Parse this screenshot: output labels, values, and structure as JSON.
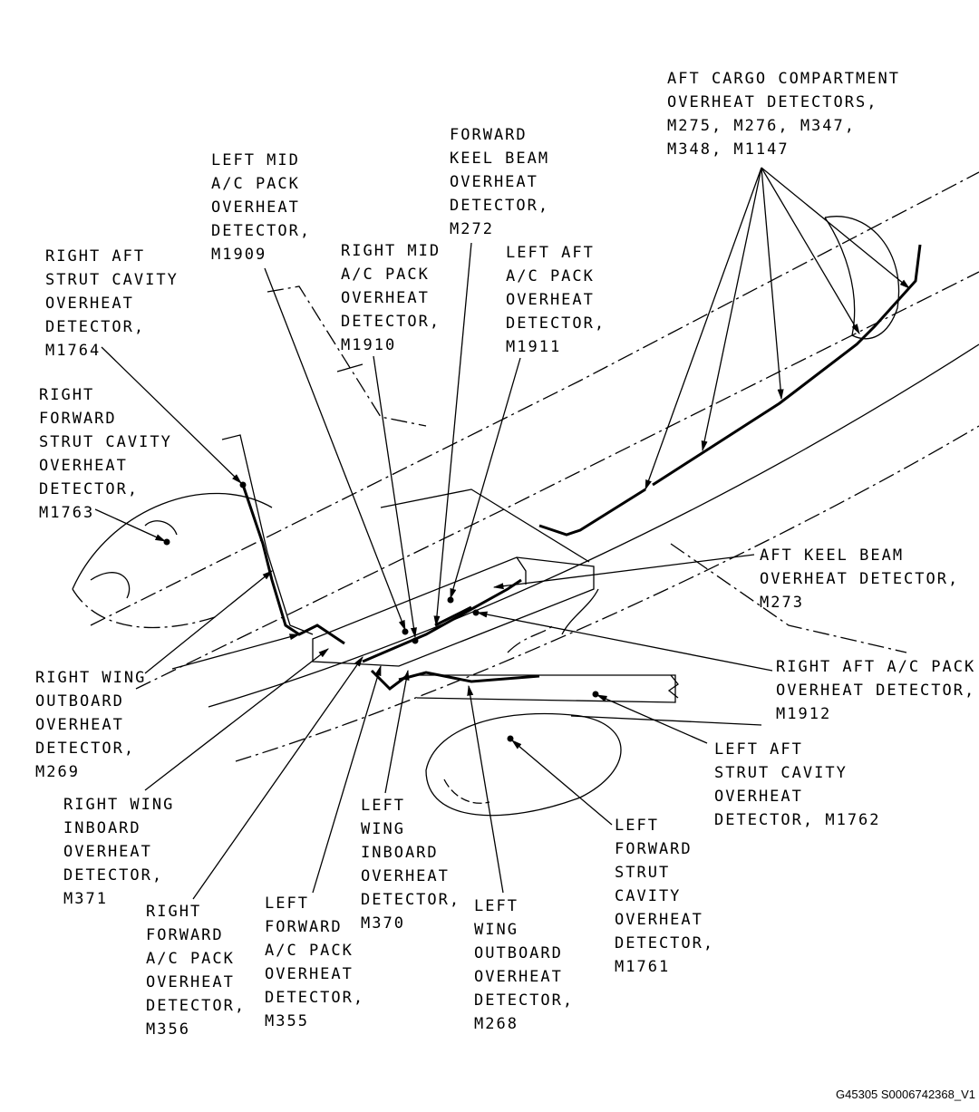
{
  "labels": {
    "aft_cargo": [
      "AFT CARGO COMPARTMENT",
      "OVERHEAT DETECTORS,",
      "M275, M276, M347,",
      "M348, M1147"
    ],
    "fwd_keel": [
      "FORWARD",
      "KEEL BEAM",
      "OVERHEAT",
      "DETECTOR,",
      "M272"
    ],
    "left_mid": [
      "LEFT MID",
      "A/C PACK",
      "OVERHEAT",
      "DETECTOR,",
      "M1909"
    ],
    "right_mid": [
      "RIGHT MID",
      "A/C PACK",
      "OVERHEAT",
      "DETECTOR,",
      "M1910"
    ],
    "left_aft": [
      "LEFT AFT",
      "A/C PACK",
      "OVERHEAT",
      "DETECTOR,",
      "M1911"
    ],
    "right_aft_strut": [
      "RIGHT AFT",
      "STRUT CAVITY",
      "OVERHEAT",
      "DETECTOR,",
      "M1764"
    ],
    "right_fwd_strut": [
      "RIGHT",
      "FORWARD",
      "STRUT CAVITY",
      "OVERHEAT",
      "DETECTOR,",
      "M1763"
    ],
    "aft_keel": [
      "AFT KEEL BEAM",
      "OVERHEAT DETECTOR,",
      "M273"
    ],
    "right_aft_pack": [
      "RIGHT AFT A/C PACK",
      "OVERHEAT DETECTOR,",
      "M1912"
    ],
    "left_aft_strut": [
      "LEFT AFT",
      "STRUT CAVITY",
      "OVERHEAT",
      "DETECTOR, M1762"
    ],
    "right_wing_outboard": [
      "RIGHT WING",
      "OUTBOARD",
      "OVERHEAT",
      "DETECTOR,",
      "M269"
    ],
    "right_wing_inboard": [
      "RIGHT WING",
      "INBOARD",
      "OVERHEAT",
      "DETECTOR,",
      "M371"
    ],
    "left_wing_inboard": [
      "LEFT",
      "WING",
      "INBOARD",
      "OVERHEAT",
      "DETECTOR,",
      "M370"
    ],
    "left_fwd_strut": [
      "LEFT",
      "FORWARD",
      "STRUT",
      "CAVITY",
      "OVERHEAT",
      "DETECTOR,",
      "M1761"
    ],
    "right_fwd_pack": [
      "RIGHT",
      "FORWARD",
      "A/C PACK",
      "OVERHEAT",
      "DETECTOR,",
      "M356"
    ],
    "left_fwd_pack": [
      "LEFT",
      "FORWARD",
      "A/C PACK",
      "OVERHEAT",
      "DETECTOR,",
      "M355"
    ],
    "left_wing_outboard": [
      "LEFT",
      "WING",
      "OUTBOARD",
      "OVERHEAT",
      "DETECTOR,",
      "M268"
    ]
  },
  "footer": "G45305 S0006742368_V1"
}
